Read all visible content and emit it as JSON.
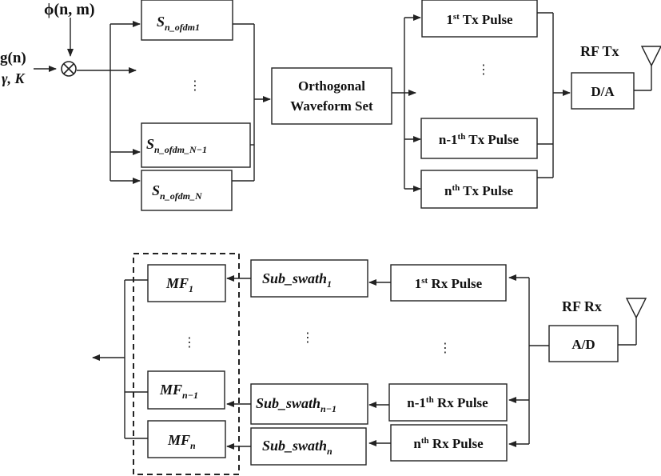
{
  "inputs": {
    "phi": "ϕ(n, m)",
    "g": "g(n)",
    "gamma_k": "γ, K"
  },
  "ofdm": {
    "base": "S",
    "sub1": "n_ofdm1",
    "subN1": "n_ofdm_N−1",
    "subN": "n_ofdm_N"
  },
  "orthogonal": {
    "line1": "Orthogonal",
    "line2": "Waveform Set"
  },
  "tx": {
    "p1_n": "1",
    "p1_sup": "st",
    "p1_text": " Tx Pulse",
    "pn1_n": "n-1",
    "pn1_sup": "th",
    "pn1_text": " Tx Pulse",
    "pn_n": "n",
    "pn_sup": "th",
    "pn_text": " Tx Pulse"
  },
  "rf_tx": {
    "label": "RF Tx",
    "converter": "D/A"
  },
  "rx": {
    "p1_n": "1",
    "p1_sup": "st",
    "p1_text": " Rx Pulse",
    "pn1_n": "n-1",
    "pn1_sup": "th",
    "pn1_text": " Rx Pulse",
    "pn_n": "n",
    "pn_sup": "th",
    "pn_text": " Rx Pulse"
  },
  "rf_rx": {
    "label": "RF Rx",
    "converter": "A/D"
  },
  "subswath": {
    "base": "Sub_swath",
    "s1": "1",
    "sn1": "n−1",
    "sn": "n"
  },
  "mf": {
    "base": "MF",
    "s1": "1",
    "sn1": "n−1",
    "sn": "n"
  },
  "dots": "⋮"
}
